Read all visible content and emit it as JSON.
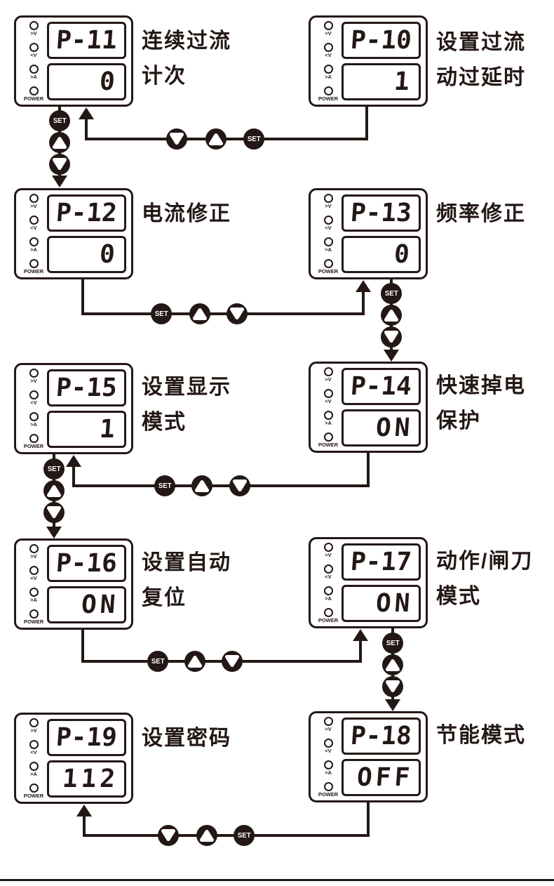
{
  "device": {
    "led_labels": [
      ">V",
      "<V",
      ">A",
      "POWER"
    ],
    "set_label": "SET"
  },
  "panels": [
    {
      "code": "P-11",
      "value": "0",
      "label_lines": [
        "连续过流",
        "计次"
      ]
    },
    {
      "code": "P-10",
      "value": "1",
      "label_lines": [
        "设置过流",
        "动过延时"
      ]
    },
    {
      "code": "P-12",
      "value": "0",
      "label_lines": [
        "电流修正"
      ]
    },
    {
      "code": "P-13",
      "value": "0",
      "label_lines": [
        "频率修正"
      ]
    },
    {
      "code": "P-15",
      "value": "1",
      "label_lines": [
        "设置显示",
        "模式"
      ]
    },
    {
      "code": "P-14",
      "value": "ON",
      "label_lines": [
        "快速掉电",
        "保护"
      ]
    },
    {
      "code": "P-16",
      "value": "ON",
      "label_lines": [
        "设置自动",
        "复位"
      ]
    },
    {
      "code": "P-17",
      "value": "ON",
      "label_lines": [
        "动作/闸刀",
        "模式"
      ]
    },
    {
      "code": "P-19",
      "value": "112",
      "label_lines": [
        "设置密码"
      ]
    },
    {
      "code": "P-18",
      "value": "OFF",
      "label_lines": [
        "节能模式"
      ]
    }
  ],
  "flow": {
    "sequence": [
      "P-10",
      "P-11",
      "P-12",
      "P-13",
      "P-14",
      "P-15",
      "P-16",
      "P-17",
      "P-18",
      "P-19"
    ],
    "step_buttons": [
      "DOWN",
      "UP",
      "SET"
    ]
  },
  "colors": {
    "ink": "#231815",
    "paper": "#ffffff"
  }
}
